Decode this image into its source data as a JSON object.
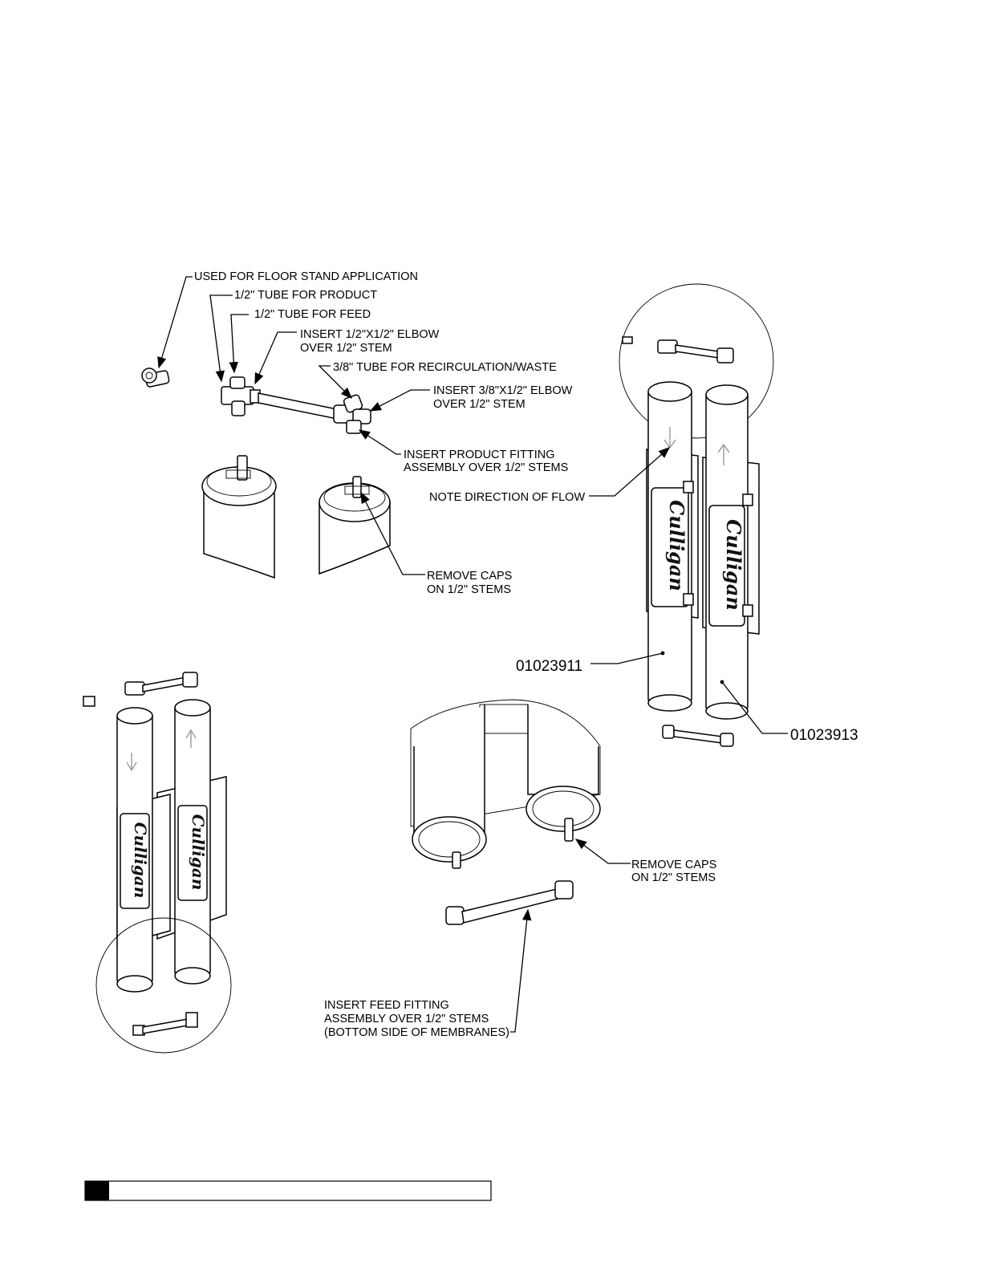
{
  "callouts": {
    "floor_stand": "USED FOR FLOOR STAND APPLICATION",
    "product_tube": "1/2\" TUBE FOR PRODUCT",
    "feed_tube": "1/2\" TUBE FOR FEED",
    "insert_half_elbow_1": "INSERT 1/2\"X1/2\" ELBOW",
    "insert_half_elbow_2": "OVER 1/2\" STEM",
    "recirc_tube": "3/8\" TUBE FOR RECIRCULATION/WASTE",
    "insert_38_elbow_1": "INSERT 3/8\"X1/2\" ELBOW",
    "insert_38_elbow_2": "OVER 1/2\" STEM",
    "insert_product_1": "INSERT PRODUCT FITTING",
    "insert_product_2": "ASSEMBLY OVER 1/2\" STEMS",
    "flow_direction": "NOTE DIRECTION OF FLOW",
    "remove_caps_top_1": "REMOVE CAPS",
    "remove_caps_top_2": "ON 1/2\" STEMS",
    "remove_caps_bottom_1": "REMOVE CAPS",
    "remove_caps_bottom_2": "ON 1/2\" STEMS",
    "insert_feed_1": "INSERT FEED FITTING",
    "insert_feed_2": "ASSEMBLY OVER 1/2\" STEMS",
    "insert_feed_3": "(BOTTOM SIDE OF MEMBRANES)"
  },
  "part_numbers": {
    "left_membrane": "01023911",
    "right_membrane": "01023913"
  },
  "logo_text": "Culligan",
  "colors": {
    "ink": "#000000",
    "paper": "#ffffff"
  }
}
